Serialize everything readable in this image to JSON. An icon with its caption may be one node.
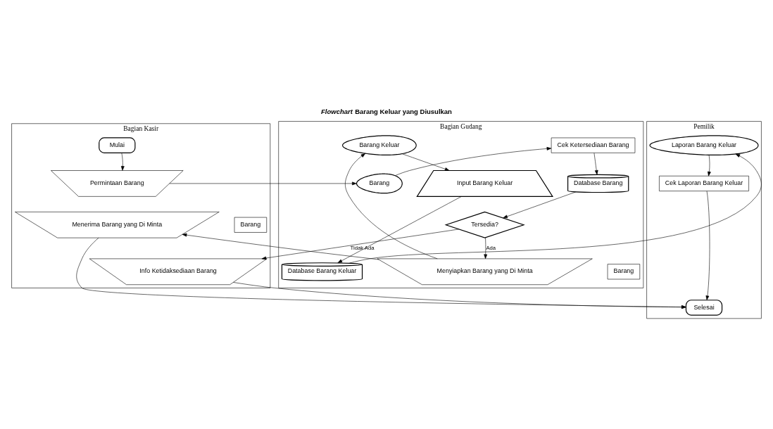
{
  "diagram": {
    "title": "*Flowchart* Barang Keluar yang Diusulkan",
    "nodes": [
      {
        "text": [
          "Bagian Kasir"
        ]
      },
      {
        "text": [
          "Bagian Gudang"
        ]
      },
      {
        "text": [
          "Pemilik"
        ]
      },
      {
        "text": [
          "Mulai"
        ],
        "in": 0
      },
      {
        "text": [
          "Permintaan Barang"
        ],
        "in": 0
      },
      {
        "text": [
          "Menerima Barang yang Di Minta"
        ],
        "in": 0
      },
      {
        "text": [
          "Barang"
        ],
        "in": 0
      },
      {
        "text": [
          "Info Ketidaksediaan Barang"
        ],
        "in": 0
      },
      {
        "text": [
          "Barang"
        ],
        "in": 1
      },
      {
        "text": [
          "Cek Ketersediaan Barang"
        ],
        "in": 1
      },
      {
        "text": [
          "Database Barang"
        ],
        "in": 1
      },
      {
        "text": [
          "Tersedia?"
        ],
        "in": 1
      },
      {
        "text": [
          "Menyiapkan Barang yang Di Minta"
        ],
        "in": 1
      },
      {
        "text": [
          "Barang"
        ],
        "in": 1
      },
      {
        "text": [
          "Barang Keluar"
        ],
        "in": 1
      },
      {
        "text": [
          "Input Barang Keluar"
        ],
        "in": 1
      },
      {
        "text": [
          "Database Barang Keluar"
        ],
        "in": 1
      },
      {
        "text": [
          "Laporan Barang Keluar"
        ],
        "in": 2
      },
      {
        "text": [
          "Cek Laporan Barang Keluar"
        ],
        "in": 2
      },
      {
        "text": [
          "Selesai"
        ],
        "in": 2
      }
    ],
    "edges": [
      {
        "from": 3,
        "to": 4,
        "arrow": "to"
      },
      {
        "from": 4,
        "to": 8,
        "arrow": "to"
      },
      {
        "from": 8,
        "to": 9,
        "arrow": "to"
      },
      {
        "from": 9,
        "to": 10,
        "arrow": "to"
      },
      {
        "from": 10,
        "to": 11,
        "arrow": "to"
      },
      {
        "from": 11,
        "to": 7,
        "arrow": "to",
        "label": "Tidak Ada"
      },
      {
        "from": 11,
        "to": 12,
        "arrow": "to",
        "label": "Ada"
      },
      {
        "from": 12,
        "to": 5,
        "arrow": "to"
      },
      {
        "from": 12,
        "to": 14,
        "arrow": "to"
      },
      {
        "from": 14,
        "to": 15,
        "arrow": "to"
      },
      {
        "from": 15,
        "to": 16,
        "arrow": "to"
      },
      {
        "from": 16,
        "to": 17,
        "arrow": "to"
      },
      {
        "from": 17,
        "to": 18,
        "arrow": "to"
      },
      {
        "from": 18,
        "to": 19,
        "arrow": "to"
      },
      {
        "from": 7,
        "to": 19,
        "arrow": "to"
      },
      {
        "from": 5,
        "to": 19,
        "arrow": "to"
      }
    ]
  }
}
